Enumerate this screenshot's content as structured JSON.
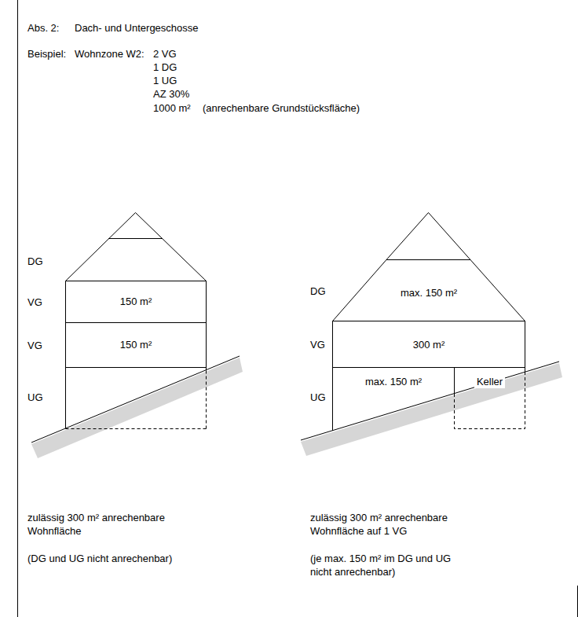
{
  "diagram": {
    "title": "Dach- und Untergeschosse",
    "nodes": [
      {
        "text": [
          "150 m²"
        ]
      },
      {
        "text": [
          "150 m²"
        ]
      },
      {
        "text": [
          "max. 150 m²"
        ]
      },
      {
        "text": [
          "300 m²"
        ]
      },
      {
        "text": [
          "max. 150 m²"
        ]
      },
      {
        "text": [
          "Keller"
        ]
      }
    ],
    "edges": [],
    "labels": [
      "Abs. 2:",
      "Beispiel:",
      "Wohnzone W2:",
      "2 VG",
      "1 DG",
      "1 UG",
      "AZ 30%",
      "1000 m²",
      "(anrechenbare Grundstücksfläche)",
      "DG",
      "VG",
      "VG",
      "UG",
      "DG",
      "VG",
      "UG",
      "zulässig 300 m² anrechenbare Wohnfläche",
      "(DG und UG nicht anrechenbar)",
      "zulässig 300 m² anrechenbare Wohnfläche auf 1 VG",
      "(je max. 150 m² im DG und UG nicht anrechenbar)"
    ]
  }
}
